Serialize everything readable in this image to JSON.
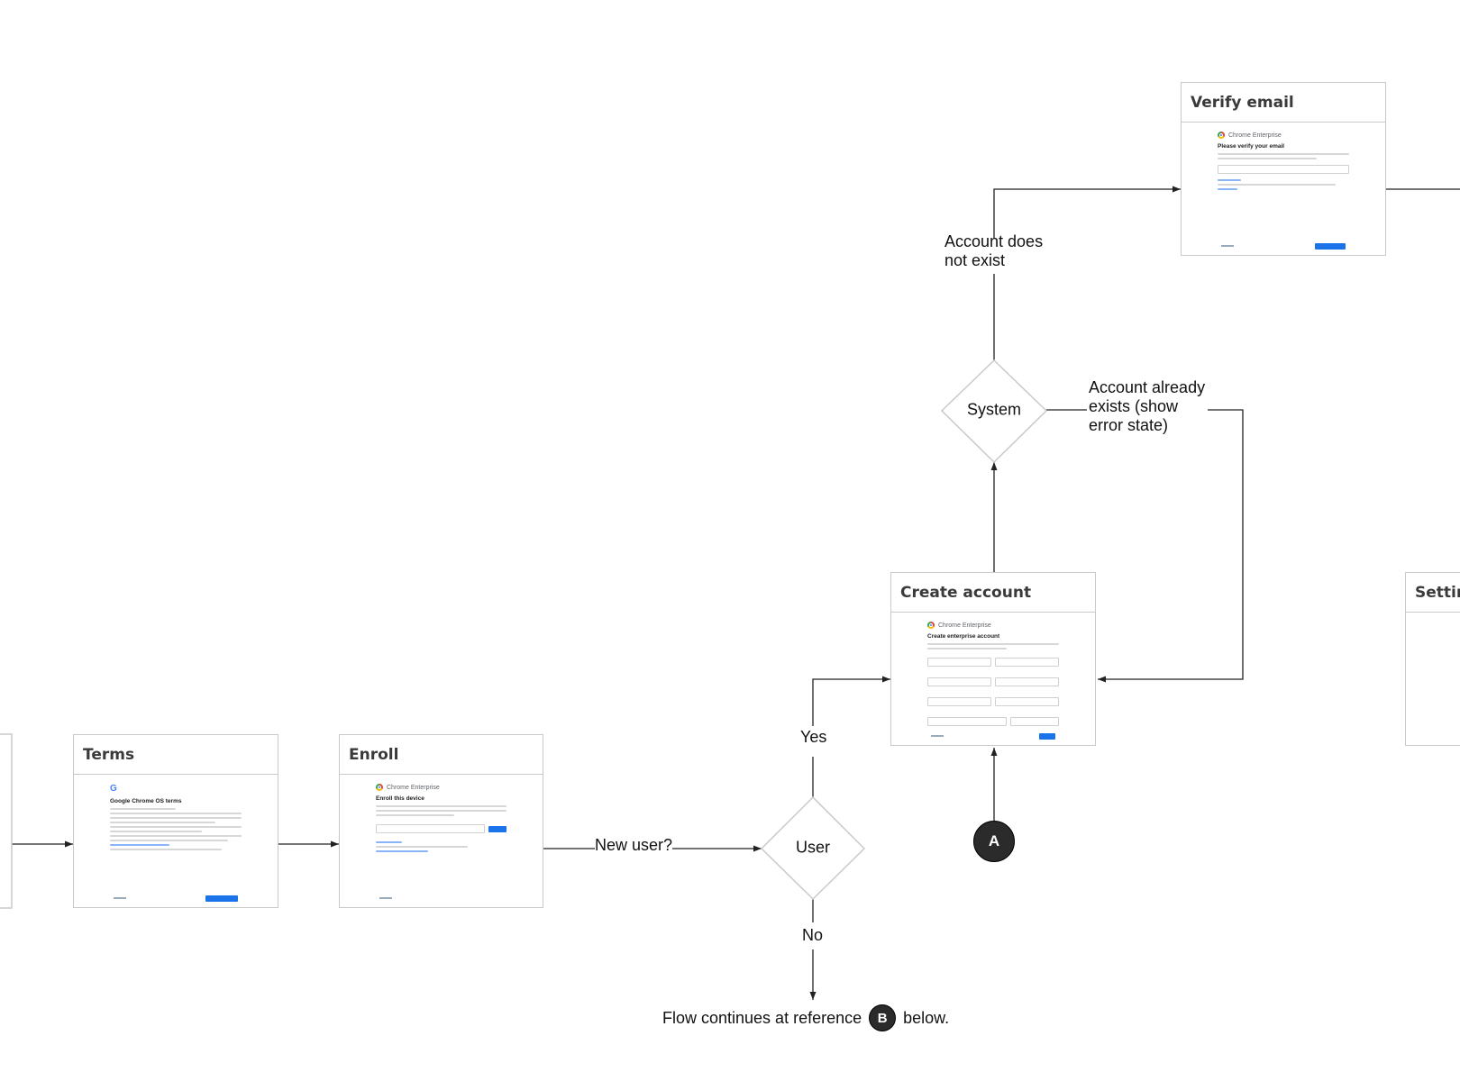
{
  "screens": {
    "terms": {
      "title": "Terms",
      "content_title": "Google Chrome OS terms"
    },
    "enroll": {
      "title": "Enroll",
      "brand": "Chrome Enterprise",
      "content_title": "Enroll this device"
    },
    "create_account": {
      "title": "Create account",
      "brand": "Chrome Enterprise",
      "content_title": "Create enterprise account"
    },
    "verify_email": {
      "title": "Verify email",
      "brand": "Chrome Enterprise",
      "content_title": "Please verify your email"
    },
    "settings": {
      "title": "Setting"
    }
  },
  "decisions": {
    "user": "User",
    "system": "System"
  },
  "edge_labels": {
    "new_user": "New user?",
    "yes": "Yes",
    "no": "No",
    "account_not_exist_1": "Account does",
    "account_not_exist_2": "not exist",
    "account_exists_1": "Account already",
    "account_exists_2": "exists (show",
    "account_exists_3": "error state)"
  },
  "references": {
    "a": "A",
    "b": "B"
  },
  "footer": {
    "before": "Flow continues at reference",
    "after": "below."
  },
  "colors": {
    "border": "#c9c9c9",
    "line": "#222222",
    "ref_fill": "#2b2b2b",
    "accent": "#1a73e8"
  }
}
